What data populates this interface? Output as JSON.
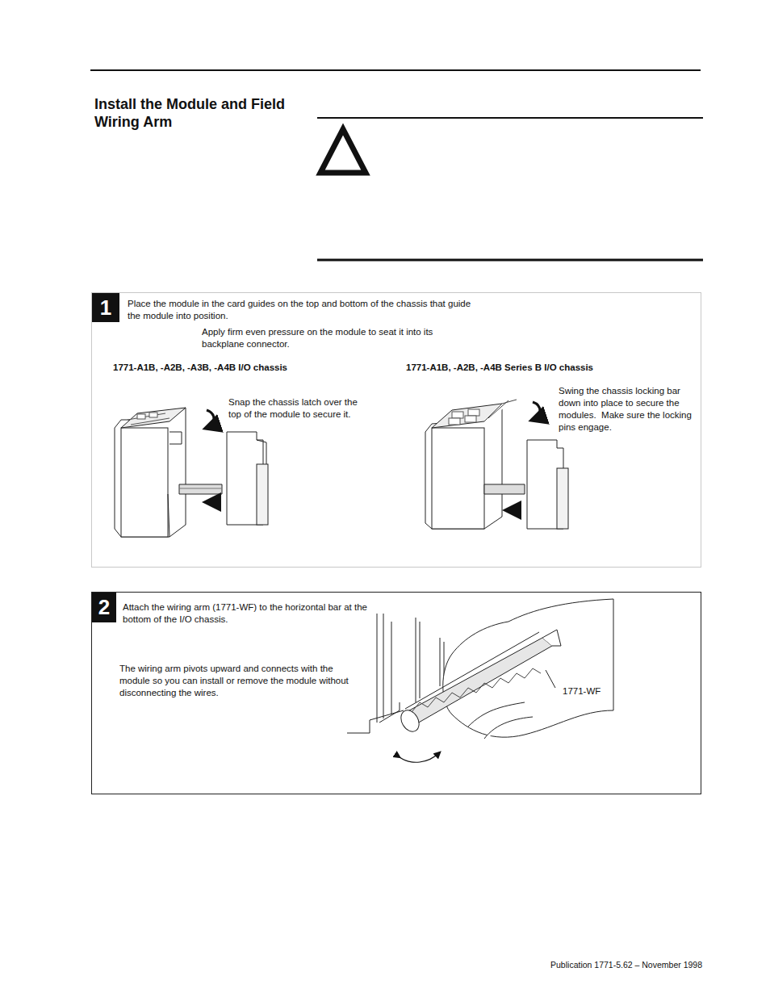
{
  "diagram": {
    "title": "Install the Module and Field Wiring Arm",
    "nodes": [
      {
        "text": [
          "Place the module in the card guides on the top and bottom of the chassis that guide the module into position."
        ]
      },
      {
        "text": [
          "1"
        ],
        "in": 0
      },
      {
        "text": [
          "Attach the wiring arm (1771-WF) to the horizontal bar at the bottom of the I/O chassis."
        ]
      },
      {
        "text": [
          "2"
        ],
        "in": 2
      }
    ],
    "labels": [
      "Apply firm even pressure on the module to seat it into its backplane connector.",
      "1771-A1B, -A2B, -A3B, -A4B I/O chassis",
      "1771-A1B, -A2B, -A4B Series B I/O chassis",
      "Snap the chassis latch over the top of the module to secure it.",
      "Swing the chassis locking bar down into place to secure the modules.  Make sure the locking pins engage.",
      "The wiring arm pivots upward and connects with the module so you can install or remove the module without disconnecting the wires.",
      "1771-WF",
      "Publication 1771-5.62 – November 1998"
    ]
  }
}
